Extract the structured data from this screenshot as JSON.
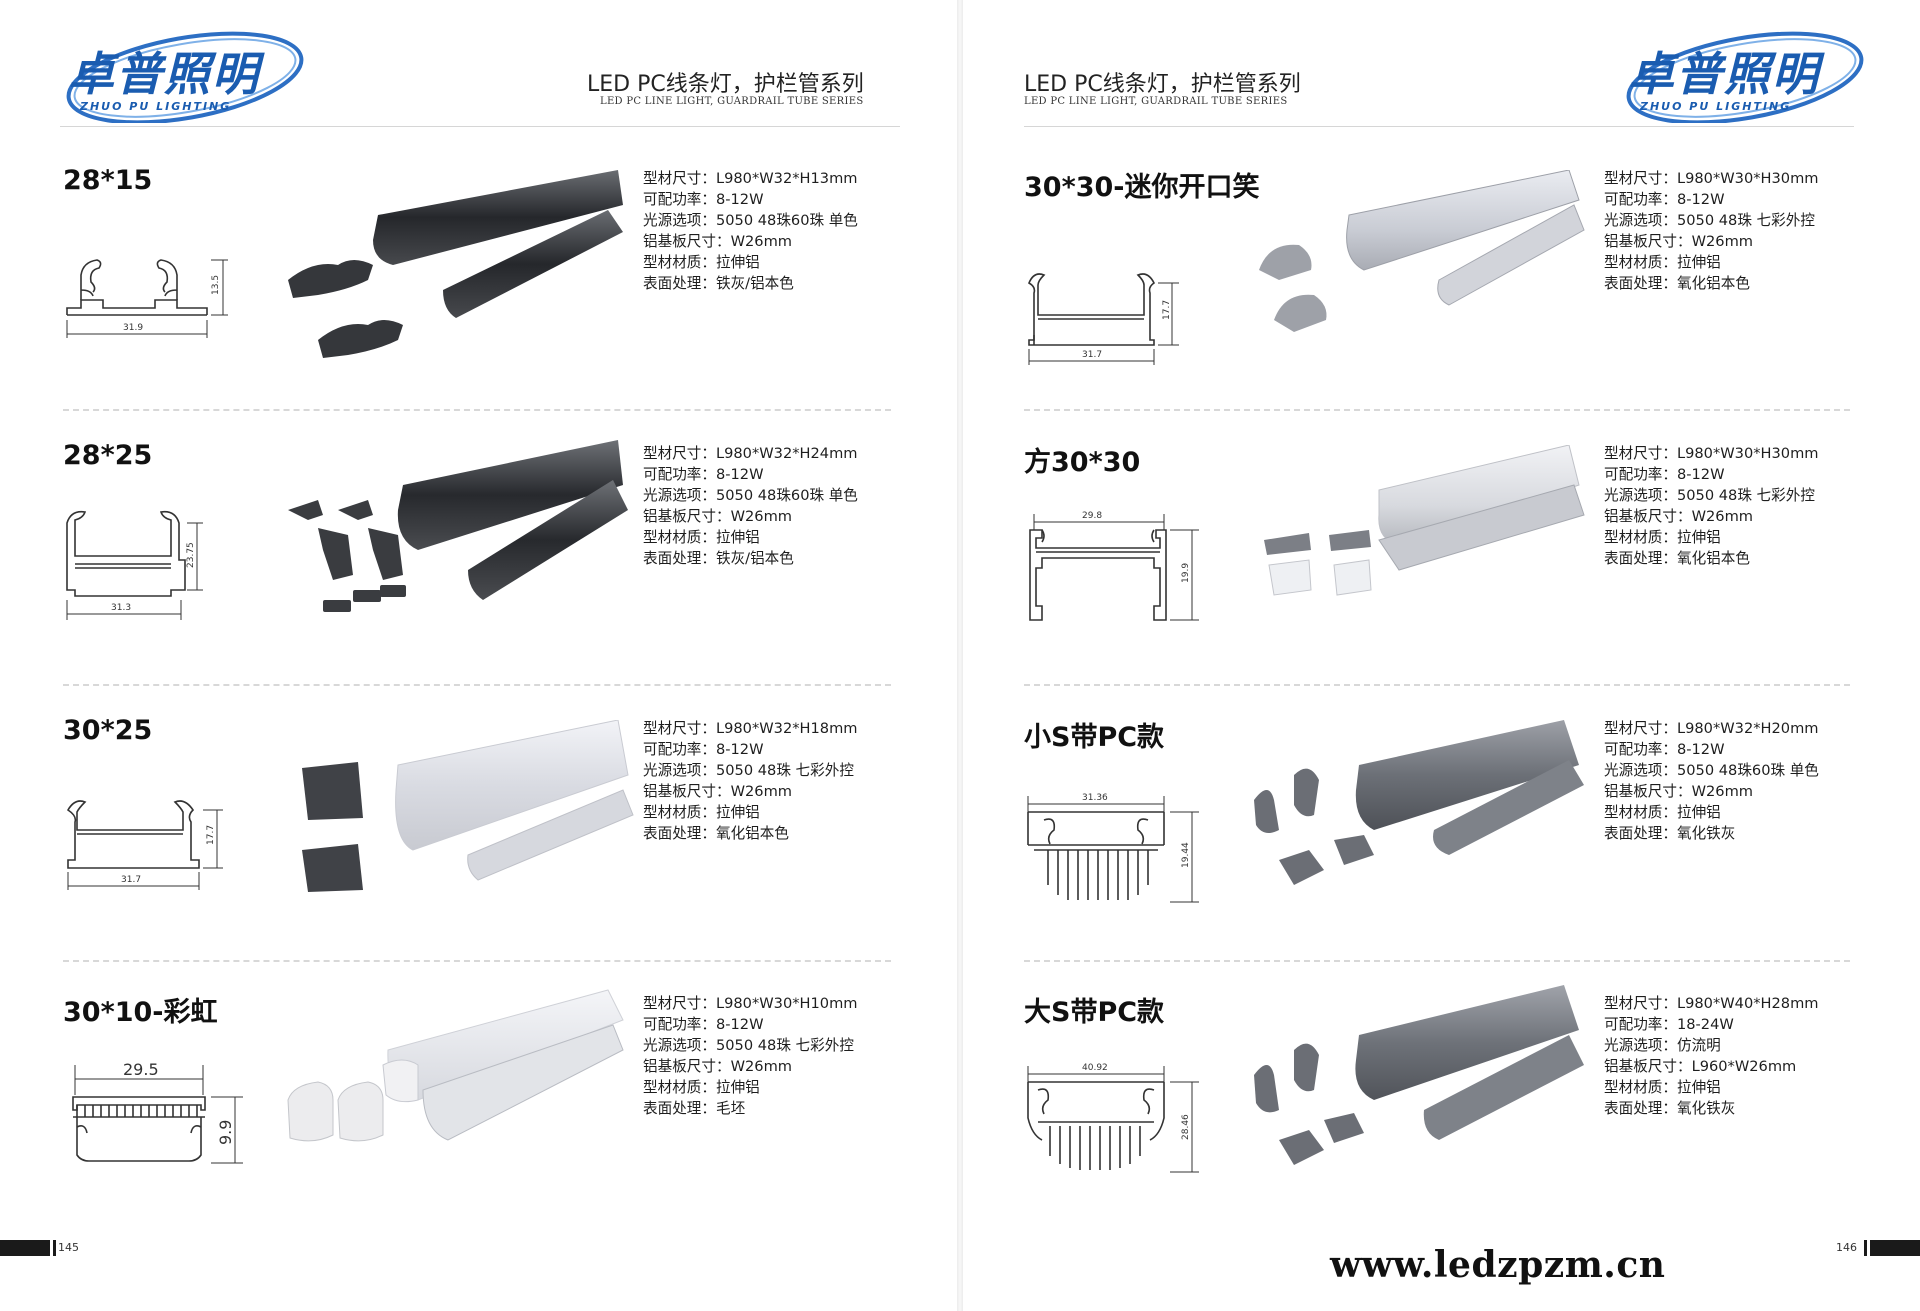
{
  "brand": {
    "name_cn": "卓普照明",
    "name_en": "ZHUO PU LIGHTING"
  },
  "header": {
    "title": "LED PC线条灯，护栏管系列",
    "subtitle": "LED PC LINE LIGHT, GUARDRAIL TUBE SERIES"
  },
  "pages": {
    "left": {
      "number": "145"
    },
    "right": {
      "number": "146"
    }
  },
  "website": "www.ledzpzm.cn",
  "products": [
    {
      "title": "28*15",
      "dims": {
        "width": "31.9",
        "height": "13.5"
      },
      "specs": [
        "型材尺寸：L980*W32*H13mm",
        "可配功率：8-12W",
        "光源选项：5050 48珠60珠 单色",
        "铝基板尺寸：W26mm",
        "型材材质：拉伸铝",
        "表面处理：铁灰/铝本色"
      ]
    },
    {
      "title": "28*25",
      "dims": {
        "width": "31.3",
        "height": "23.75"
      },
      "specs": [
        "型材尺寸：L980*W32*H24mm",
        "可配功率：8-12W",
        "光源选项：5050 48珠60珠 单色",
        "铝基板尺寸：W26mm",
        "型材材质：拉伸铝",
        "表面处理：铁灰/铝本色"
      ]
    },
    {
      "title": "30*25",
      "dims": {
        "width": "31.7",
        "height": "17.7"
      },
      "specs": [
        "型材尺寸：L980*W32*H18mm",
        "可配功率：8-12W",
        "光源选项：5050 48珠 七彩外控",
        "铝基板尺寸：W26mm",
        "型材材质：拉伸铝",
        "表面处理：氧化铝本色"
      ]
    },
    {
      "title": "30*10-彩虹",
      "dims": {
        "width": "29.5",
        "height": "9.9"
      },
      "specs": [
        "型材尺寸：L980*W30*H10mm",
        "可配功率：8-12W",
        "光源选项：5050 48珠 七彩外控",
        "铝基板尺寸：W26mm",
        "型材材质：拉伸铝",
        "表面处理：毛坯"
      ]
    },
    {
      "title": "30*30-迷你开口笑",
      "dims": {
        "width": "31.7",
        "height": "17.7"
      },
      "specs": [
        "型材尺寸：L980*W30*H30mm",
        "可配功率：8-12W",
        "光源选项：5050 48珠 七彩外控",
        "铝基板尺寸：W26mm",
        "型材材质：拉伸铝",
        "表面处理：氧化铝本色"
      ]
    },
    {
      "title": "方30*30",
      "dims": {
        "width": "29.8",
        "height": "19.9"
      },
      "specs": [
        "型材尺寸：L980*W30*H30mm",
        "可配功率：8-12W",
        "光源选项：5050 48珠 七彩外控",
        "铝基板尺寸：W26mm",
        "型材材质：拉伸铝",
        "表面处理：氧化铝本色"
      ]
    },
    {
      "title": "小S带PC款",
      "dims": {
        "width": "31.36",
        "height": "19.44"
      },
      "specs": [
        "型材尺寸：L980*W32*H20mm",
        "可配功率：8-12W",
        "光源选项：5050 48珠60珠 单色",
        "铝基板尺寸：W26mm",
        "型材材质：拉伸铝",
        "表面处理：氧化铁灰"
      ]
    },
    {
      "title": "大S带PC款",
      "dims": {
        "width": "40.92",
        "height": "28.46"
      },
      "specs": [
        "型材尺寸：L980*W40*H28mm",
        "可配功率：18-24W",
        "光源选项：仿流明",
        "铝基板尺寸：L960*W26mm",
        "型材材质：拉伸铝",
        "表面处理：氧化铁灰"
      ]
    }
  ]
}
